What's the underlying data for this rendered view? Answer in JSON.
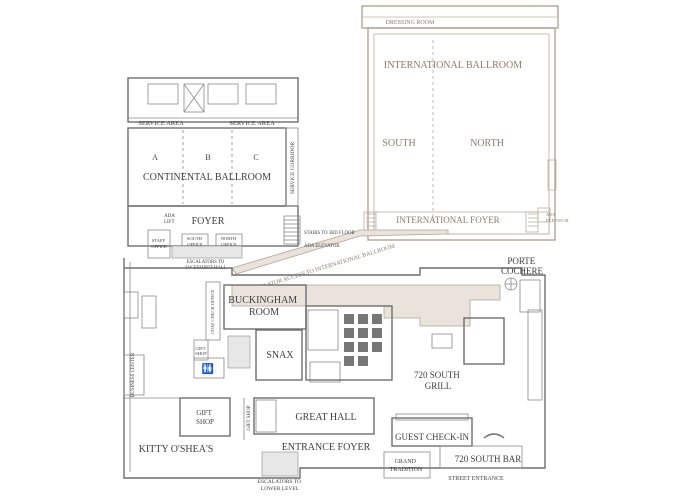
{
  "colors": {
    "tan": "#b3a493",
    "tan_fill": "#e9e3dc",
    "wall": "#6e6e6e"
  },
  "labels": {
    "dressing_room": "DRESSING ROOM",
    "international_ballroom": "INTERNATIONAL BALLROOM",
    "south": "SOUTH",
    "north": "NORTH",
    "international_foyer": "INTERNATIONAL FOYER",
    "ada_elevator_right": "ADA\nELEVATOR",
    "service_area_1": "SERVICE AREA",
    "service_area_2": "SERVICE AREA",
    "sec_a": "A",
    "sec_b": "B",
    "sec_c": "C",
    "continental_ballroom": "CONTINENTAL BALLROOM",
    "service_corridor": "SERVICE CORRIDOR",
    "ada_lift": "ADA\nLIFT",
    "foyer": "FOYER",
    "staff_office": "STAFF\nOFFICE",
    "south_office": "SOUTH\nOFFICE",
    "north_office": "NORTH\nOFFICE",
    "stairs_3rd": "STAIRS TO 3RD FLOOR",
    "ada_elevator_left": "ADA ELEVATOR",
    "escalators_exhibit": "ESCALATORS TO\nSW EXHIBIT HALL",
    "escalator_access": "ESCALATOR ACCESS TO INTERNATIONAL BALLROOM",
    "porte_cochere": "PORTE\nCOCHERE",
    "buckingham_room": "BUCKINGHAM\nROOM",
    "coat_check": "COAT CHECK\nOFFICE",
    "gift_shop_small": "GIFT\nSHOP",
    "snax": "SNAX",
    "grill": "720 SOUTH\nGRILL",
    "business_center": "BUSINESS\nCENTER",
    "gift_shop": "GIFT\nSHOP",
    "gift_shop_vertical": "GIFT SHOP",
    "great_hall": "GREAT HALL",
    "kitty": "KITTY O'SHEA'S",
    "entrance_foyer": "ENTRANCE FOYER",
    "guest_checkin": "GUEST CHECK-IN",
    "grand_tradition": "GRAND\nTRADITION",
    "bar": "720 SOUTH BAR",
    "escalators_lower": "ESCALATORS TO\nLOWER LEVEL",
    "street_entrance": "STREET ENTRANCE"
  }
}
